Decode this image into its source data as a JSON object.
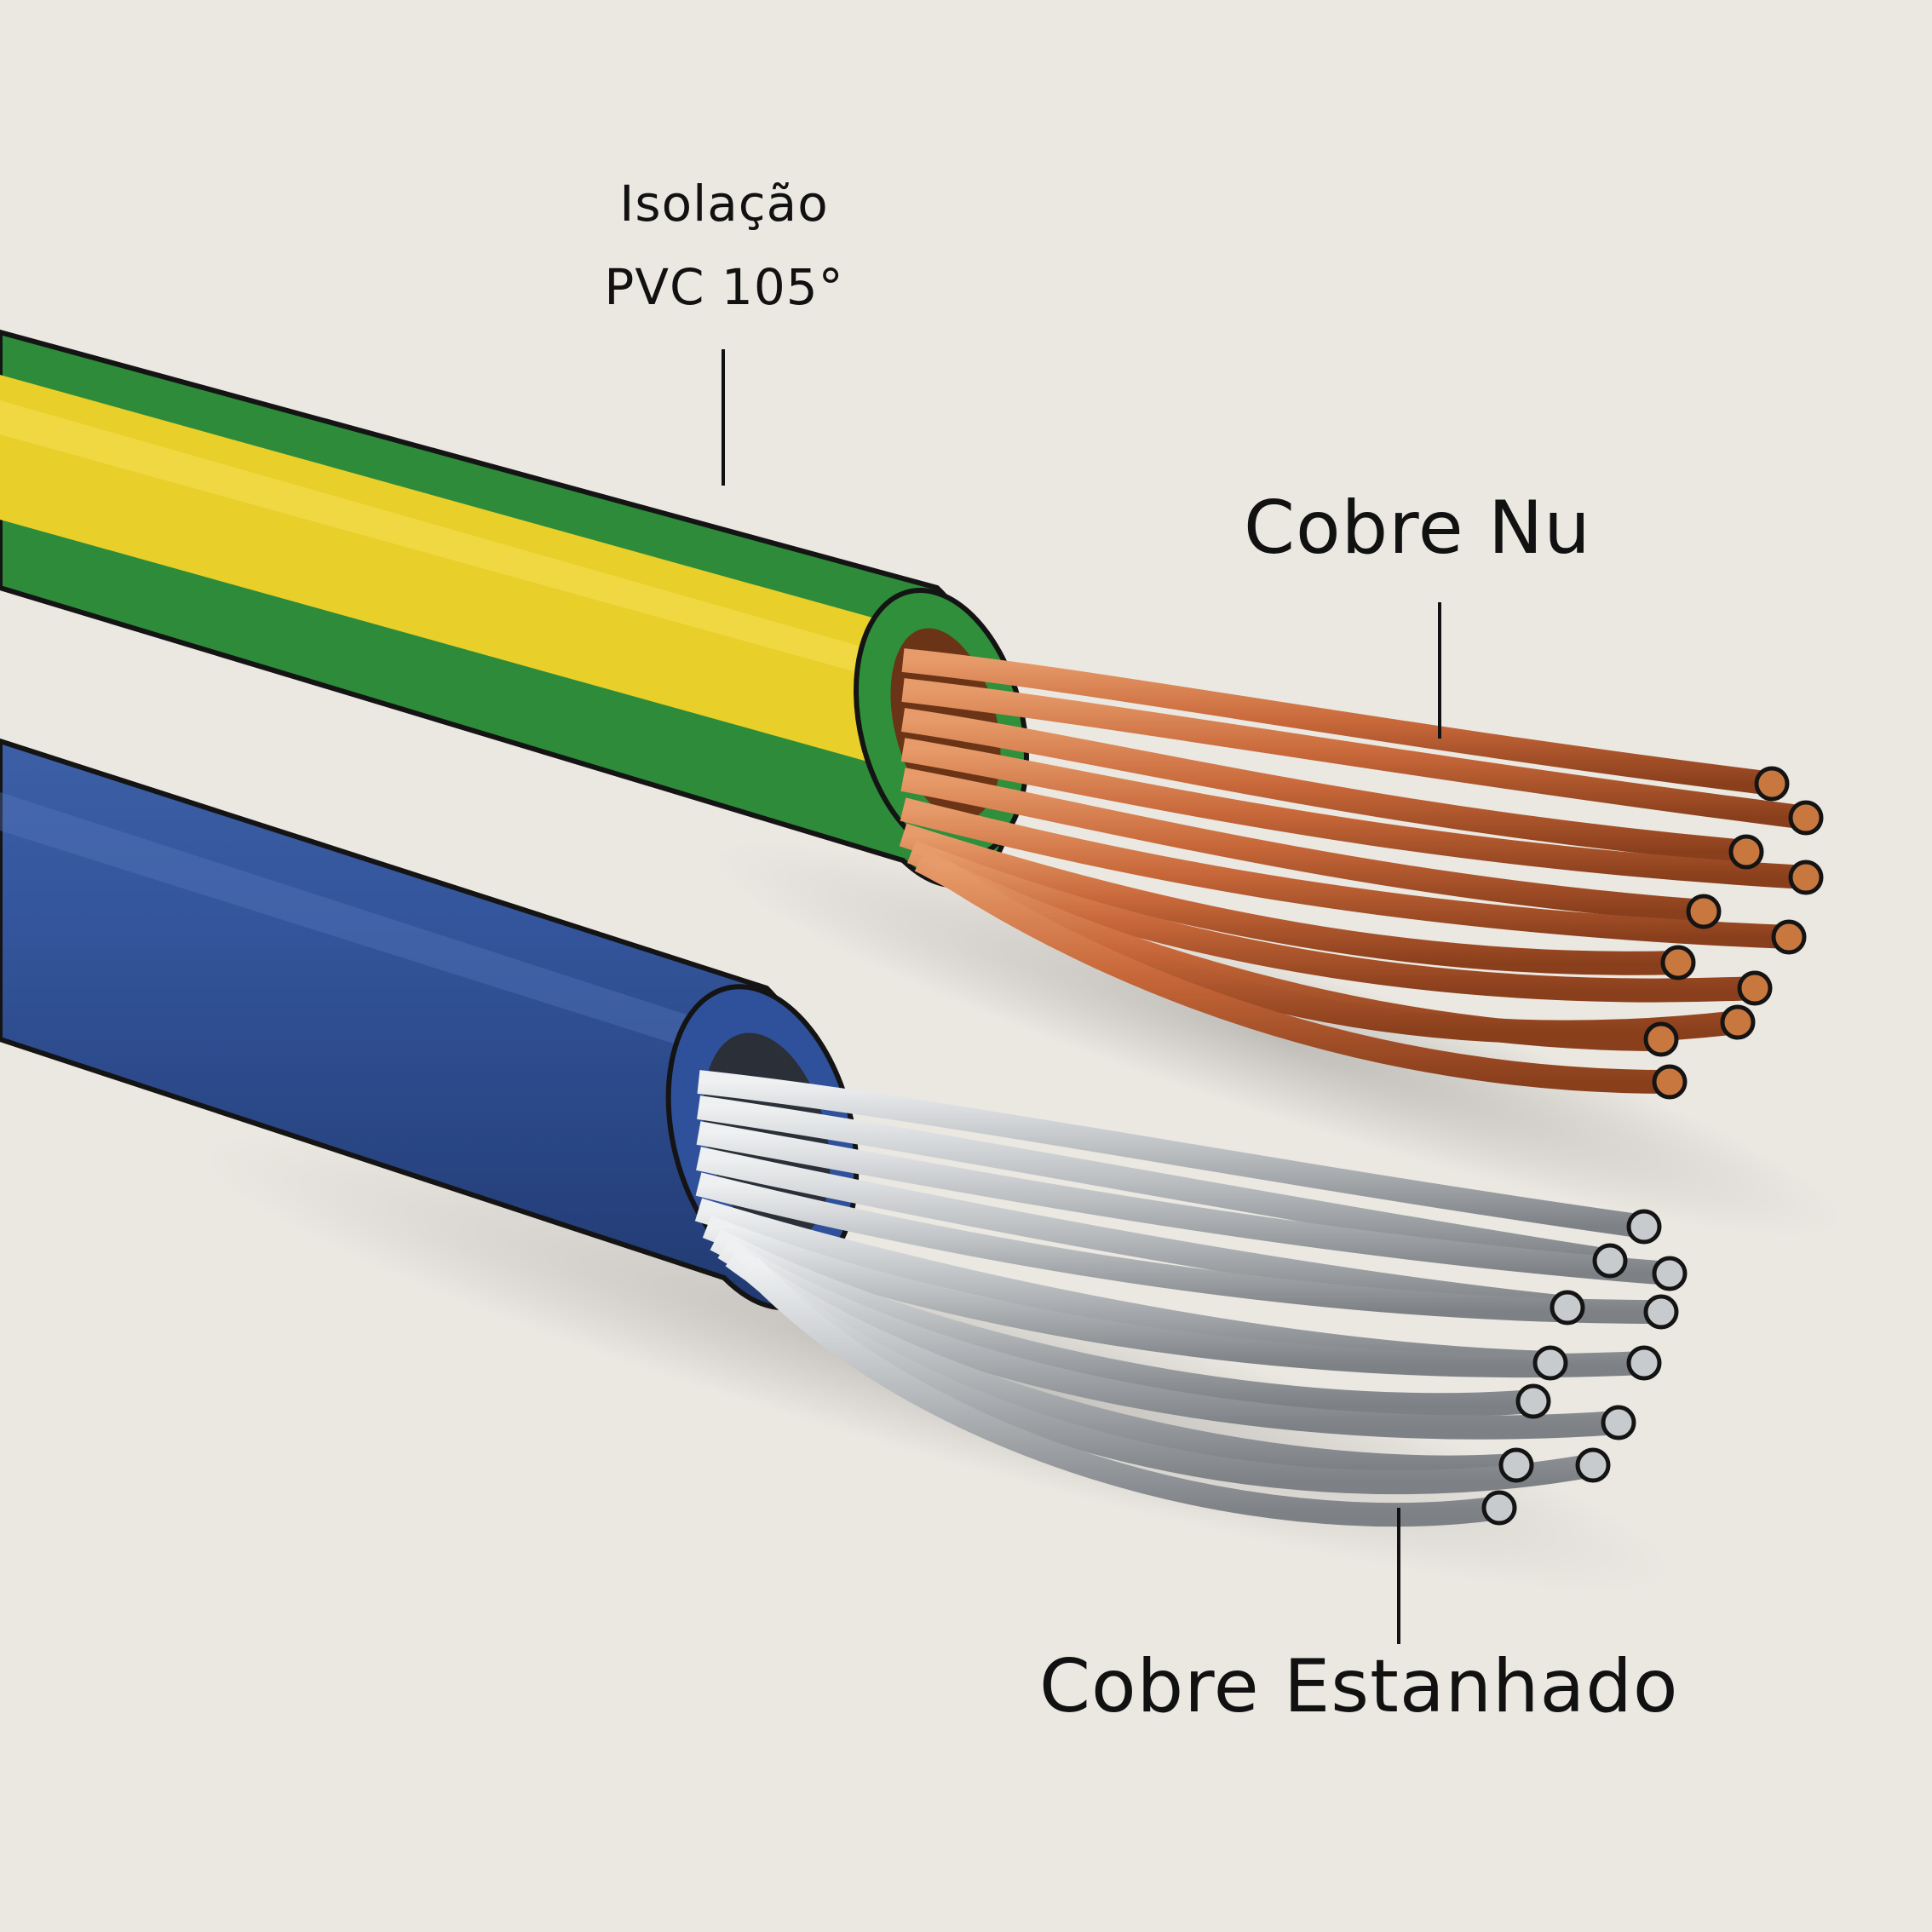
{
  "diagram": {
    "subject": "Electrical cable cross-section comparison",
    "labels": {
      "insulation_line1": "Isolação",
      "insulation_line2": "PVC 105°",
      "bare_copper": "Cobre Nu",
      "tinned_copper": "Cobre Estanhado"
    },
    "cables": [
      {
        "name": "green-yellow-cable",
        "insulation_colors": [
          "#2e8b3a",
          "#e8cf2a"
        ],
        "conductor": "Cobre Nu",
        "conductor_color": "#c8683a"
      },
      {
        "name": "blue-cable",
        "insulation_colors": [
          "#2d4c8e"
        ],
        "conductor": "Cobre Estanhado",
        "conductor_color": "#b9bcbf"
      }
    ],
    "colors": {
      "background": "#ebe8e2",
      "text": "#111111",
      "outline": "#141414"
    }
  }
}
